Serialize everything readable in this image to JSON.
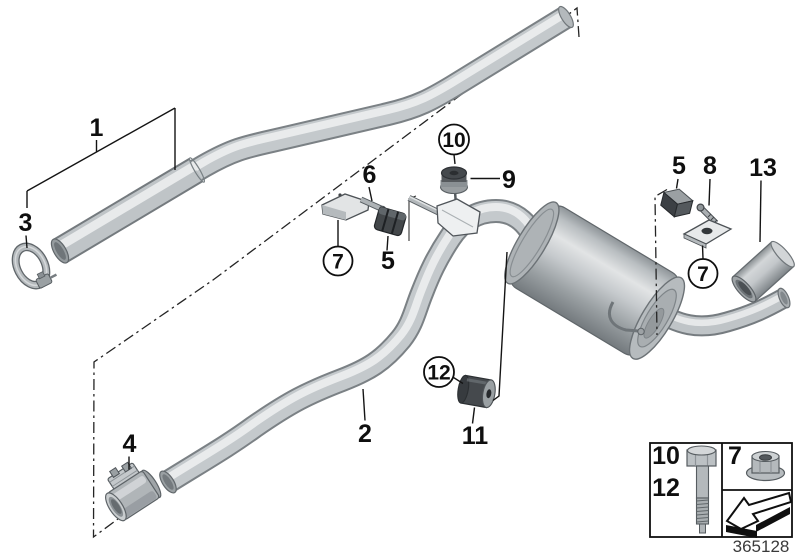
{
  "diagram": {
    "callouts": {
      "c1": {
        "text": "1",
        "style": "plain"
      },
      "c2": {
        "text": "2",
        "style": "plain"
      },
      "c3": {
        "text": "3",
        "style": "plain"
      },
      "c4": {
        "text": "4",
        "style": "plain"
      },
      "c5_mid": {
        "text": "5",
        "style": "plain"
      },
      "c5_right": {
        "text": "5",
        "style": "plain"
      },
      "c6": {
        "text": "6",
        "style": "plain"
      },
      "c7_mid": {
        "text": "7",
        "style": "circled"
      },
      "c7_right": {
        "text": "7",
        "style": "circled"
      },
      "c8": {
        "text": "8",
        "style": "plain"
      },
      "c9": {
        "text": "9",
        "style": "plain"
      },
      "c10": {
        "text": "10",
        "style": "circled"
      },
      "c11": {
        "text": "11",
        "style": "plain"
      },
      "c12": {
        "text": "12",
        "style": "circled"
      },
      "c13": {
        "text": "13",
        "style": "plain"
      }
    },
    "legend": {
      "bolt_cell": {
        "labels": [
          "10",
          "12"
        ],
        "icon": "hex-bolt-icon"
      },
      "nut_cell": {
        "label": "7",
        "icon": "flange-nut-icon"
      },
      "arrow_cell": {
        "icon": "direction-of-travel-arrow-icon"
      }
    },
    "footer": {
      "part_number": "365128"
    },
    "colors": {
      "background": "#ffffff",
      "outline": "#141414",
      "pipe_light": "#e9ebec",
      "pipe_mid": "#c4c9cc",
      "pipe_dark": "#7b8185",
      "rubber_dark": "#45494d",
      "metal_light": "#d4d7d9",
      "footer_text": "#3a3a3a"
    }
  }
}
